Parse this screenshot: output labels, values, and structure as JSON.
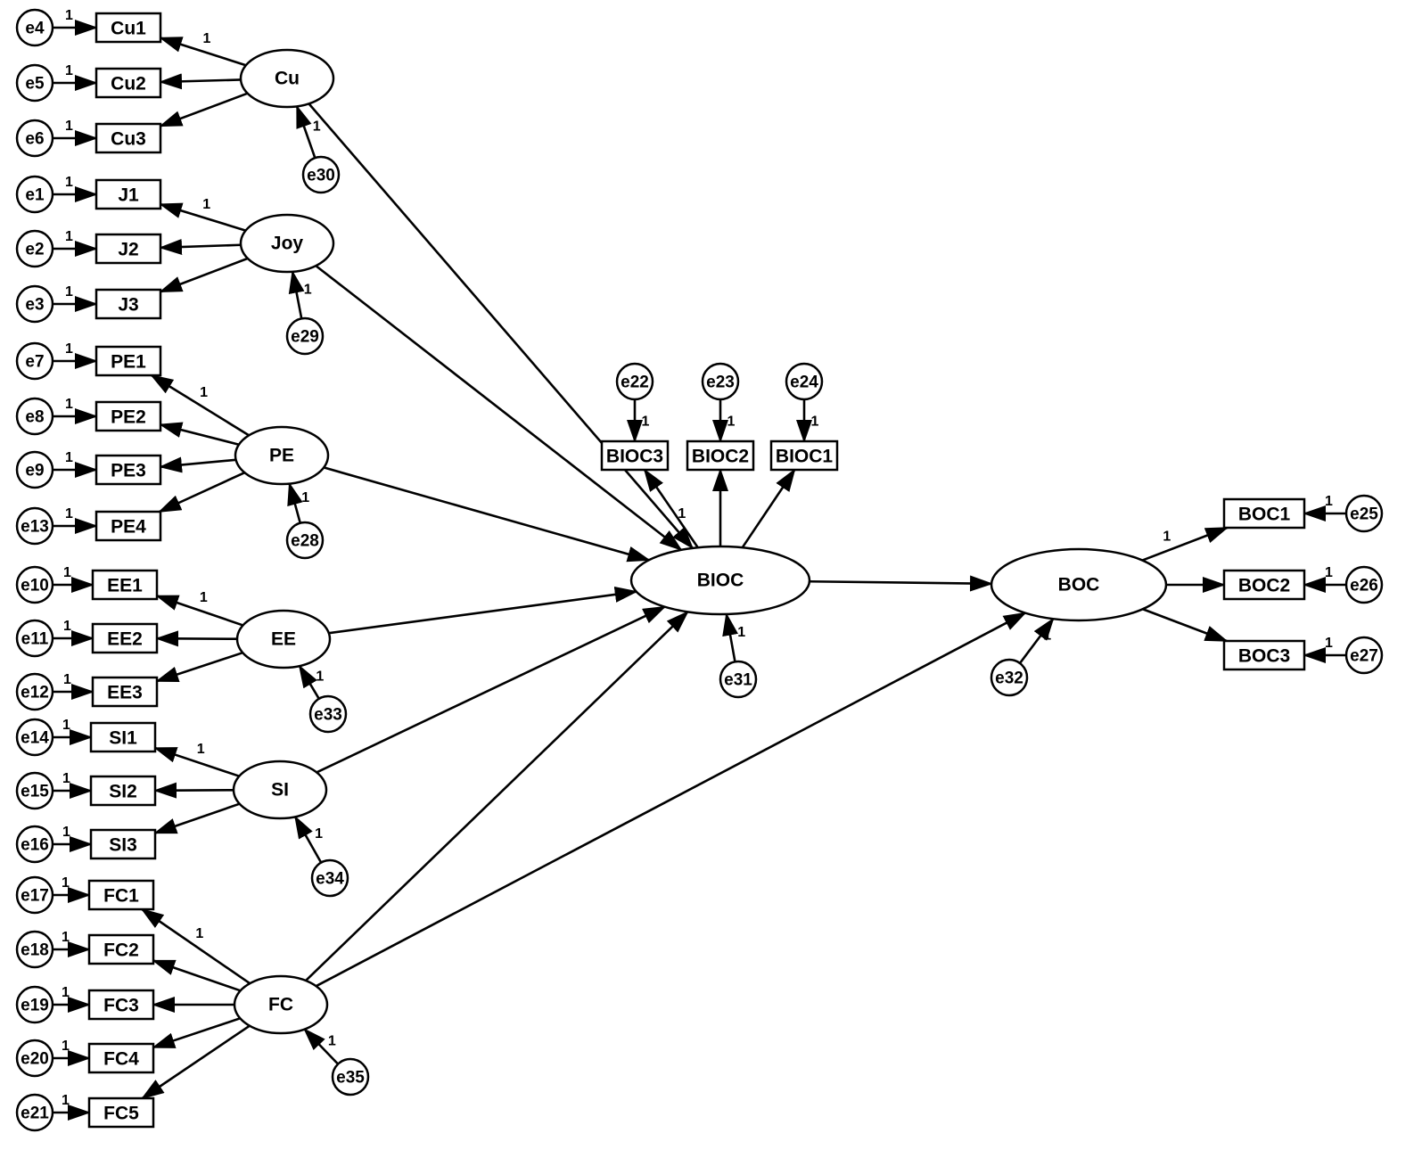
{
  "latent": [
    {
      "id": "Cu",
      "label": "Cu"
    },
    {
      "id": "Joy",
      "label": "Joy"
    },
    {
      "id": "PE",
      "label": "PE"
    },
    {
      "id": "EE",
      "label": "EE"
    },
    {
      "id": "SI",
      "label": "SI"
    },
    {
      "id": "FC",
      "label": "FC"
    },
    {
      "id": "BIOC",
      "label": "BIOC"
    },
    {
      "id": "BOC",
      "label": "BOC"
    }
  ],
  "observed": [
    {
      "id": "Cu1",
      "label": "Cu1",
      "factor": "Cu",
      "error": "e4"
    },
    {
      "id": "Cu2",
      "label": "Cu2",
      "factor": "Cu",
      "error": "e5"
    },
    {
      "id": "Cu3",
      "label": "Cu3",
      "factor": "Cu",
      "error": "e6"
    },
    {
      "id": "J1",
      "label": "J1",
      "factor": "Joy",
      "error": "e1"
    },
    {
      "id": "J2",
      "label": "J2",
      "factor": "Joy",
      "error": "e2"
    },
    {
      "id": "J3",
      "label": "J3",
      "factor": "Joy",
      "error": "e3"
    },
    {
      "id": "PE1",
      "label": "PE1",
      "factor": "PE",
      "error": "e7"
    },
    {
      "id": "PE2",
      "label": "PE2",
      "factor": "PE",
      "error": "e8"
    },
    {
      "id": "PE3",
      "label": "PE3",
      "factor": "PE",
      "error": "e9"
    },
    {
      "id": "PE4",
      "label": "PE4",
      "factor": "PE",
      "error": "e13"
    },
    {
      "id": "EE1",
      "label": "EE1",
      "factor": "EE",
      "error": "e10"
    },
    {
      "id": "EE2",
      "label": "EE2",
      "factor": "EE",
      "error": "e11"
    },
    {
      "id": "EE3",
      "label": "EE3",
      "factor": "EE",
      "error": "e12"
    },
    {
      "id": "SI1",
      "label": "SI1",
      "factor": "SI",
      "error": "e14"
    },
    {
      "id": "SI2",
      "label": "SI2",
      "factor": "SI",
      "error": "e15"
    },
    {
      "id": "SI3",
      "label": "SI3",
      "factor": "SI",
      "error": "e16"
    },
    {
      "id": "FC1",
      "label": "FC1",
      "factor": "FC",
      "error": "e17"
    },
    {
      "id": "FC2",
      "label": "FC2",
      "factor": "FC",
      "error": "e18"
    },
    {
      "id": "FC3",
      "label": "FC3",
      "factor": "FC",
      "error": "e19"
    },
    {
      "id": "FC4",
      "label": "FC4",
      "factor": "FC",
      "error": "e20"
    },
    {
      "id": "FC5",
      "label": "FC5",
      "factor": "FC",
      "error": "e21"
    },
    {
      "id": "BIOC3",
      "label": "BIOC3",
      "factor": "BIOC",
      "error": "e22"
    },
    {
      "id": "BIOC2",
      "label": "BIOC2",
      "factor": "BIOC",
      "error": "e23"
    },
    {
      "id": "BIOC1",
      "label": "BIOC1",
      "factor": "BIOC",
      "error": "e24"
    },
    {
      "id": "BOC1",
      "label": "BOC1",
      "factor": "BOC",
      "error": "e25"
    },
    {
      "id": "BOC2",
      "label": "BOC2",
      "factor": "BOC",
      "error": "e26"
    },
    {
      "id": "BOC3",
      "label": "BOC3",
      "factor": "BOC",
      "error": "e27"
    }
  ],
  "disturbances": [
    {
      "id": "e30",
      "label": "e30",
      "target": "Cu"
    },
    {
      "id": "e29",
      "label": "e29",
      "target": "Joy"
    },
    {
      "id": "e28",
      "label": "e28",
      "target": "PE"
    },
    {
      "id": "e33",
      "label": "e33",
      "target": "EE"
    },
    {
      "id": "e34",
      "label": "e34",
      "target": "SI"
    },
    {
      "id": "e35",
      "label": "e35",
      "target": "FC"
    },
    {
      "id": "e31",
      "label": "e31",
      "target": "BIOC"
    },
    {
      "id": "e32",
      "label": "e32",
      "target": "BOC"
    }
  ],
  "structural_paths": [
    {
      "from": "Cu",
      "to": "BIOC"
    },
    {
      "from": "Joy",
      "to": "BIOC"
    },
    {
      "from": "PE",
      "to": "BIOC"
    },
    {
      "from": "EE",
      "to": "BIOC"
    },
    {
      "from": "SI",
      "to": "BIOC"
    },
    {
      "from": "FC",
      "to": "BIOC"
    },
    {
      "from": "FC",
      "to": "BOC"
    },
    {
      "from": "BIOC",
      "to": "BOC"
    }
  ],
  "fixed_weight": "1"
}
